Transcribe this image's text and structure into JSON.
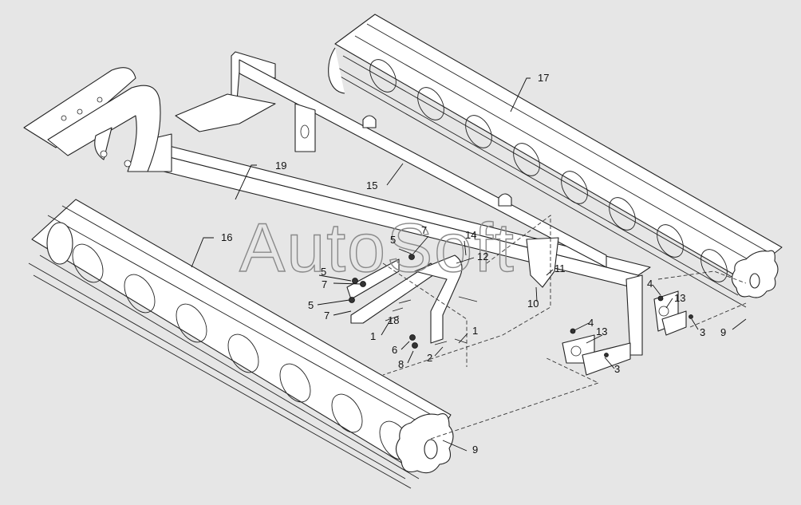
{
  "watermark": "AutoSoft",
  "callouts": [
    "17",
    "19",
    "15",
    "16",
    "5",
    "7",
    "14",
    "12",
    "5",
    "7",
    "5",
    "7",
    "18",
    "1",
    "1",
    "6",
    "8",
    "2",
    "11",
    "10",
    "4",
    "13",
    "3",
    "9",
    "4",
    "13",
    "3",
    "9"
  ]
}
